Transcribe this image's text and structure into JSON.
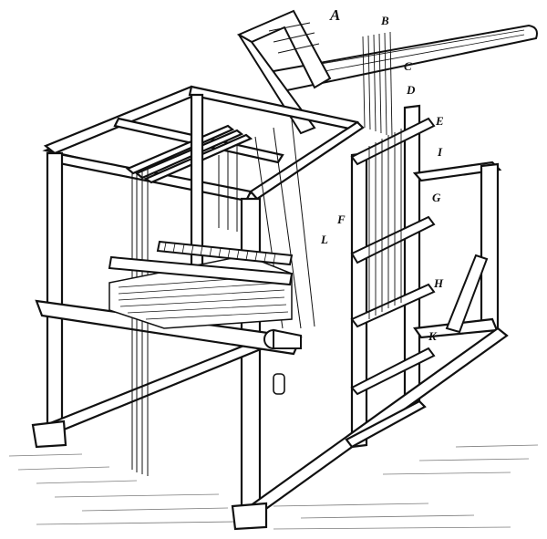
{
  "figure": {
    "labels": {
      "A": "A",
      "B": "B",
      "C": "C",
      "D": "D",
      "E": "E",
      "F": "F",
      "G": "G",
      "H": "H",
      "I": "I",
      "K": "K",
      "L": "L"
    },
    "ink_color": "#111111",
    "paper_color": "#ffffff"
  }
}
